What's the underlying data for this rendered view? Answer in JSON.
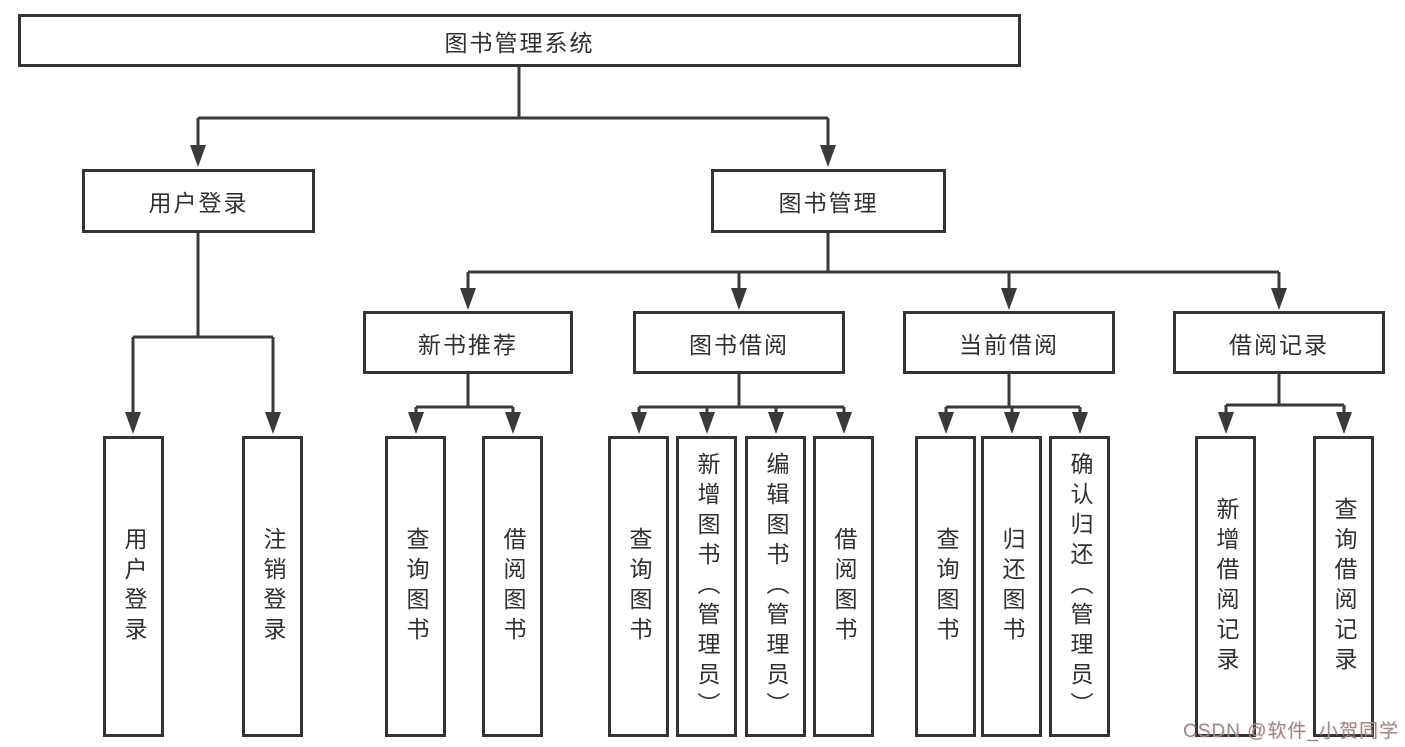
{
  "diagram_type": "hierarchy-tree",
  "nodes": {
    "root": {
      "label": "图书管理系统"
    },
    "level2": [
      {
        "label": "用户登录"
      },
      {
        "label": "图书管理"
      }
    ],
    "level3": [
      {
        "label": "新书推荐",
        "parent": "图书管理"
      },
      {
        "label": "图书借阅",
        "parent": "图书管理"
      },
      {
        "label": "当前借阅",
        "parent": "图书管理"
      },
      {
        "label": "借阅记录",
        "parent": "图书管理"
      }
    ],
    "leaves": [
      {
        "label": "用户登录",
        "parent": "用户登录"
      },
      {
        "label": "注销登录",
        "parent": "用户登录"
      },
      {
        "label": "查询图书",
        "parent": "新书推荐"
      },
      {
        "label": "借阅图书",
        "parent": "新书推荐"
      },
      {
        "label": "查询图书",
        "parent": "图书借阅"
      },
      {
        "label": "新增图书（管理员）",
        "parent": "图书借阅"
      },
      {
        "label": "编辑图书（管理员）",
        "parent": "图书借阅"
      },
      {
        "label": "借阅图书",
        "parent": "图书借阅"
      },
      {
        "label": "查询图书",
        "parent": "当前借阅"
      },
      {
        "label": "归还图书",
        "parent": "当前借阅"
      },
      {
        "label": "确认归还（管理员）",
        "parent": "当前借阅"
      },
      {
        "label": "新增借阅记录",
        "parent": "借阅记录"
      },
      {
        "label": "查询借阅记录",
        "parent": "借阅记录"
      }
    ]
  },
  "watermark": {
    "text": "CSDN @软件_小贺同学"
  },
  "colors": {
    "line": "#3a3a3a",
    "box_border": "#333333",
    "text": "#303030",
    "watermark": "#8f8f8f",
    "background": "#ffffff"
  }
}
